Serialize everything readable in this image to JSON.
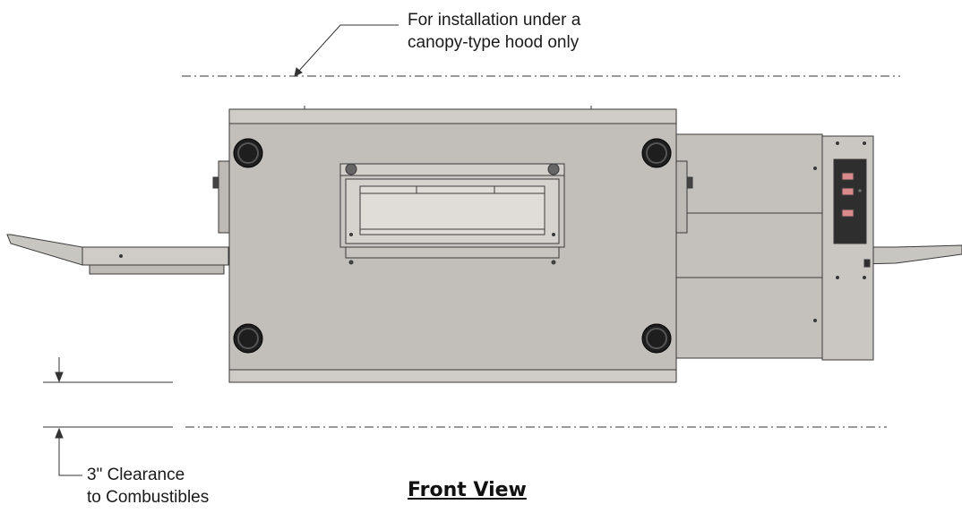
{
  "labels": {
    "hood_note_line1": "For installation under a",
    "hood_note_line2": "canopy-type hood only",
    "clearance_line1": "3\" Clearance",
    "clearance_line2": "to Combustibles",
    "view_title": "Front View"
  },
  "colors": {
    "oven_body": "#c2bfba",
    "oven_top_band": "#cfccc7",
    "oven_outline": "#3a3a3a",
    "control_panel": "#2e2e2e",
    "indicator": "#d98a8a",
    "dim_line": "#333333"
  }
}
